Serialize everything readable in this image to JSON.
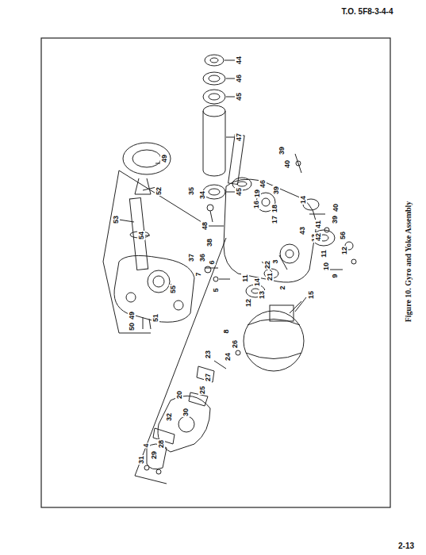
{
  "diagram": {
    "caption": "Figure 10. Gyro and Yoke Assembly",
    "labels": [
      "T.O. 5F8-3-4-4",
      "44",
      "46",
      "45",
      "47",
      "45",
      "46",
      "40",
      "39",
      "56",
      "12",
      "11",
      "10",
      "9",
      "13",
      "14",
      "39",
      "40",
      "41",
      "42",
      "43",
      "19",
      "16",
      "39",
      "18",
      "17",
      "3",
      "22",
      "21",
      "2",
      "14",
      "13",
      "11",
      "12",
      "15",
      "8",
      "26",
      "24",
      "23",
      "27",
      "25",
      "20",
      "30",
      "32",
      "28",
      "4",
      "29",
      "31",
      "48",
      "34",
      "35",
      "36",
      "37",
      "38",
      "6",
      "7",
      "5",
      "55",
      "51",
      "50",
      "49",
      "49",
      "52",
      "53",
      "54",
      "2-13"
    ]
  }
}
